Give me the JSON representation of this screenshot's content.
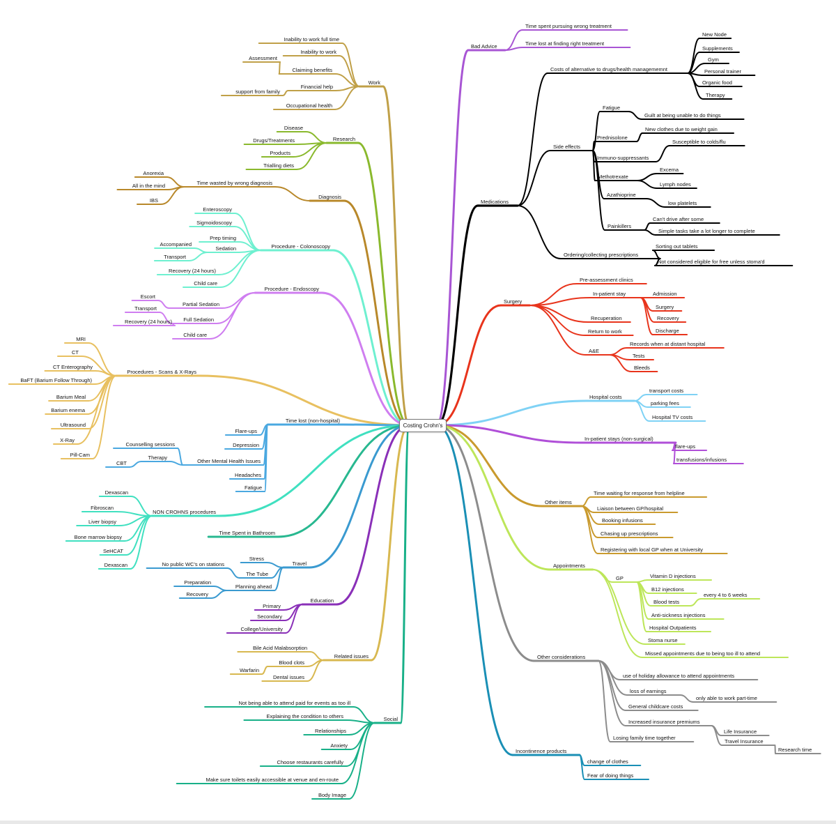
{
  "root": "Costing Crohn's",
  "colors": {
    "bad_advice": "#a855d4",
    "medications": "#000000",
    "surgery": "#e8341c",
    "hospital_costs": "#7fd2f5",
    "inpatient": "#b04fd8",
    "other_items": "#c99a2e",
    "appointments": "#bde65a",
    "other_considerations": "#8c8c8c",
    "incontinence": "#1a8fb5",
    "work": "#c0a048",
    "research": "#8ab92d",
    "diagnosis": "#b8882a",
    "colonoscopy": "#6ef0d0",
    "endoscopy": "#cf7ef0",
    "scans": "#e8c060",
    "time_lost": "#4aa8e0",
    "non_crohns": "#40e0c0",
    "bathroom": "#28b890",
    "travel": "#3a9ad0",
    "education": "#8a30b8",
    "related": "#d8b850",
    "social": "#18b088"
  },
  "branches": {
    "bad_advice": {
      "label": "Bad Advice",
      "children": [
        "Time spent pursuing wrong treatment",
        "Time lost at finding right treatment"
      ]
    },
    "medications": {
      "label": "Medications",
      "alternatives": {
        "label": "Costs of alternative to drugs/health managememnt",
        "children": [
          "New Node",
          "Supplements",
          "Gym",
          "Personal trainer",
          "Organic food",
          "Therapy"
        ]
      },
      "side_effects": {
        "label": "Side effects",
        "fatigue": {
          "label": "Fatigue",
          "children": [
            "Guilt at being unable to do things"
          ]
        },
        "prednisolone": {
          "label": "Prednisolone",
          "children": [
            "New clothes due to weight gain"
          ]
        },
        "immuno": {
          "label": "Immuno-suppressants",
          "children": [
            "Susceptible to colds/flu"
          ]
        },
        "methotrexate": {
          "label": "Methotrexate",
          "children": [
            "Excema",
            "Lymph nodes"
          ]
        },
        "azathioprine": {
          "label": "Azathioprine",
          "children": [
            "low platelets"
          ]
        },
        "painkillers": {
          "label": "Painkillers",
          "children": [
            "Can't drive after some",
            "Simple tasks take a lot longer to complete"
          ]
        }
      },
      "prescriptions": {
        "label": "Ordering/collecting prescriptions",
        "children": [
          "Sorting out tablets",
          "Not considered eligible for free unless stoma'd"
        ]
      }
    },
    "surgery": {
      "label": "Surgery",
      "pre": "Pre-assessment clinics",
      "inpatient": {
        "label": "In-patient stay",
        "children": [
          "Admission",
          "Surgery",
          "Recovery",
          "Discharge"
        ]
      },
      "recuperation": "Recuperation",
      "return": "Return to work",
      "ae": {
        "label": "A&E",
        "children": [
          "Records when at distant hospital",
          "Tests",
          "Bleeds"
        ]
      }
    },
    "hospital_costs": {
      "label": "Hospital costs",
      "children": [
        "transport costs",
        "parking fees",
        "Hospital TV costs"
      ]
    },
    "inpatient": {
      "label": "In-patient stays (non-surgical)",
      "children": [
        "flare-ups",
        "transfusions/infusions"
      ]
    },
    "other_items": {
      "label": "Other items",
      "children": [
        "Time waiting for response from helpline",
        "Liaison between GP/hospital",
        "Booking infusions",
        "Chasing up prescriptions",
        "Registering with local GP when at University"
      ]
    },
    "appointments": {
      "label": "Appointments",
      "gp": {
        "label": "GP",
        "children": [
          "Vitamin D injections",
          "B12 injections",
          "Blood tests",
          "Anti-sickness injections",
          "Hospital Outpatients",
          "Stoma nurse"
        ]
      },
      "blood_tests_freq": "every 4 to 6 weeks",
      "missed": "Missed appointments due to being too ill to attend"
    },
    "other_considerations": {
      "label": "Other considerations",
      "holiday": "use of holiday allowance to attend appointments",
      "earnings": {
        "label": "loss of earnings",
        "children": [
          "only able to work part-time"
        ]
      },
      "childcare": "General childcare costs",
      "insurance": {
        "label": "Increased insurance premiums",
        "children": [
          "Life Insurance",
          "Travel Insurance"
        ]
      },
      "research_time": "Research time",
      "family": "Losing family time together"
    },
    "incontinence": {
      "label": "Incontinence products",
      "children": [
        "change of clothes",
        "Fear of doing things"
      ]
    },
    "work": {
      "label": "Work",
      "children": [
        "Inability to work full time",
        "Inability to work",
        "Claiming benefits",
        "Financial help",
        "Occupational health"
      ],
      "assessment": "Assessment",
      "family_support": "support from family"
    },
    "research": {
      "label": "Research",
      "children": [
        "Disease",
        "Drugs/Treatments",
        "Products",
        "Trialling diets"
      ]
    },
    "diagnosis": {
      "label": "Diagnosis",
      "wrong": {
        "label": "Time wasted by wrong diagnosis",
        "children": [
          "Anorexia",
          "All in the mind",
          "IBS"
        ]
      }
    },
    "colonoscopy": {
      "label": "Procedure - Colonoscopy",
      "children": [
        "Enteroscopy",
        "Sigmoidoscopy",
        "Prep timing",
        "Recovery (24 hours)",
        "Child care"
      ],
      "sedation": {
        "label": "Sedation",
        "children": [
          "Accompanied",
          "Transport"
        ]
      }
    },
    "endoscopy": {
      "label": "Procedure - Endoscopy",
      "partial": {
        "label": "Partial Sedation",
        "children": [
          "Escort"
        ]
      },
      "full": {
        "label": "Full Sedation",
        "children": [
          "Transport",
          "Recovery (24 hours)"
        ]
      },
      "childcare": "Child care"
    },
    "scans": {
      "label": "Procedures - Scans & X-Rays",
      "children": [
        "MRI",
        "CT",
        "CT Enterography",
        "BaFT (Barium Follow Through)",
        "Barium Meal",
        "Barium enema",
        "Ultrasound",
        "X-Ray",
        "Pill-Cam"
      ]
    },
    "time_lost": {
      "label": "Time lost (non-hospital)",
      "children": [
        "Flare-ups",
        "Depression",
        "Headaches",
        "Fatigue"
      ],
      "mental": {
        "label": "Other Mental Health Issues",
        "counselling": "Counselling sessions",
        "therapy": {
          "label": "Therapy",
          "children": [
            "CBT"
          ]
        }
      }
    },
    "non_crohns": {
      "label": "NON CROHNS procedures",
      "children": [
        "Dexascan",
        "Fibroscan",
        "Liver biopsy",
        "Bone marrow biopsy",
        "SeHCAT",
        "Dexascan"
      ]
    },
    "bathroom": {
      "label": "Time Spent in Bathroom"
    },
    "travel": {
      "label": "Travel",
      "stress": "Stress",
      "tube": {
        "label": "The Tube",
        "children": [
          "No public WC's on stations"
        ]
      },
      "planning": {
        "label": "Planning ahead",
        "children": [
          "Preparation",
          "Recovery"
        ]
      }
    },
    "education": {
      "label": "Education",
      "children": [
        "Primary",
        "Secondary",
        "College/University"
      ]
    },
    "related": {
      "label": "Related issues",
      "children": [
        "Bile Acid Malabsorption",
        "Dental issues"
      ],
      "clots": {
        "label": "Blood clots",
        "children": [
          "Warfarin"
        ]
      }
    },
    "social": {
      "label": "Social",
      "children": [
        "Not being able to attend paid for events as too ill",
        "Explaining the condition to others",
        "Relationships",
        "Anxiety",
        "Choose restaurants carefully",
        "Make sure toilets easily accessible at venue and en-route",
        "Body Image"
      ]
    }
  }
}
